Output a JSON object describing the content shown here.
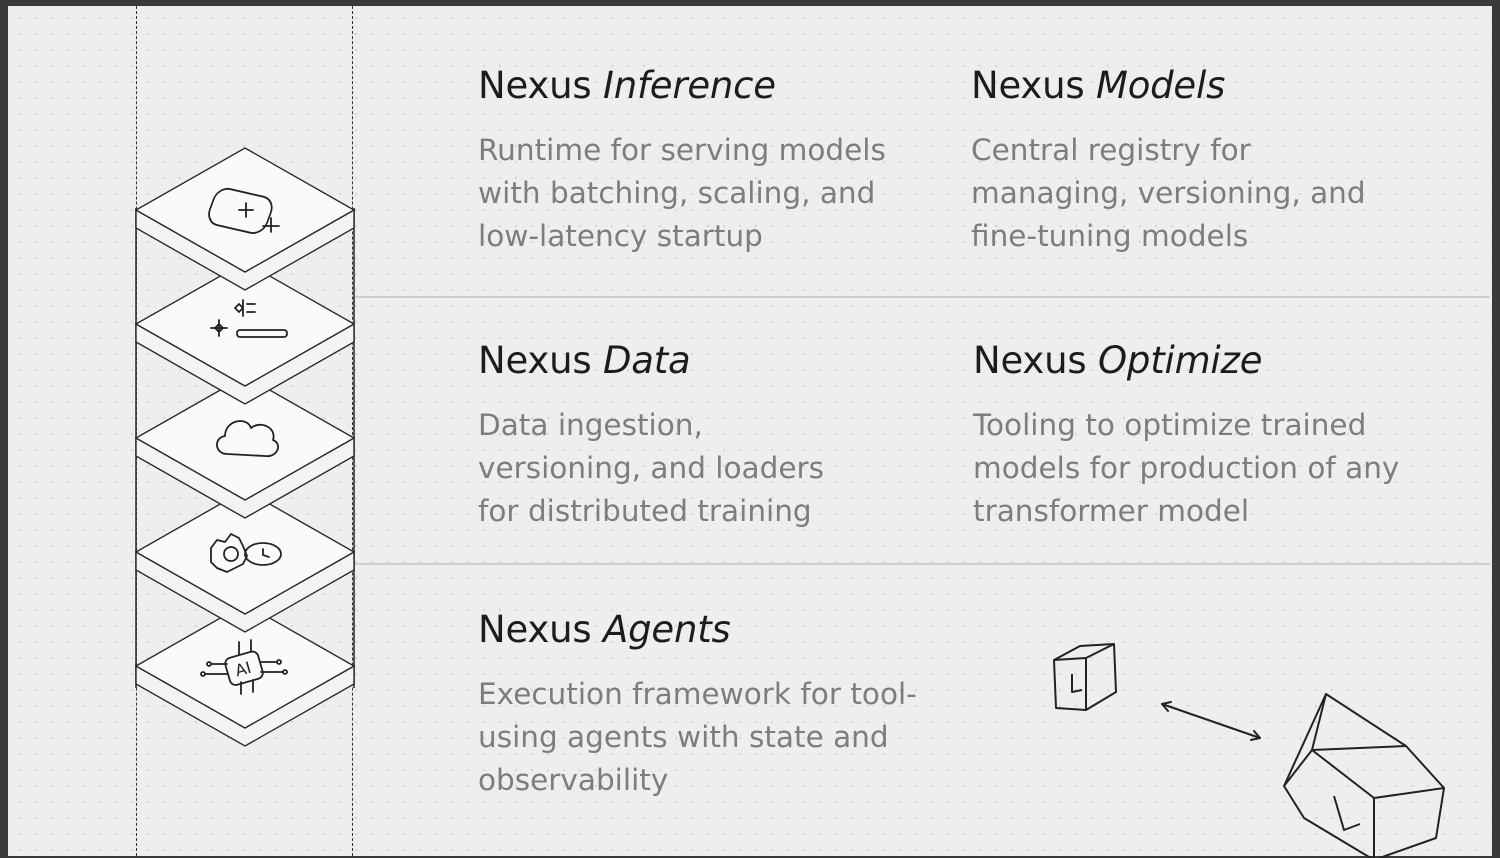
{
  "products": [
    {
      "prefix": "Nexus",
      "name": "Inference",
      "description": "Runtime for serving models\nwith batching, scaling, and\nlow-latency startup"
    },
    {
      "prefix": "Nexus",
      "name": "Models",
      "description": "Central registry for\nmanaging, versioning, and\nfine-tuning models"
    },
    {
      "prefix": "Nexus",
      "name": "Data",
      "description": "Data ingestion,\nversioning, and loaders\nfor distributed training"
    },
    {
      "prefix": "Nexus",
      "name": "Optimize",
      "description": "Tooling to optimize trained\nmodels for production of any\ntransformer model"
    },
    {
      "prefix": "Nexus",
      "name": "Agents",
      "description": "Execution framework for tool-\nusing agents with state and\nobservability"
    }
  ],
  "stack_layers": [
    {
      "icon": "gpu-chip-icon"
    },
    {
      "icon": "sparkle-wand-icon"
    },
    {
      "icon": "cloud-icon"
    },
    {
      "icon": "gear-clock-icon"
    },
    {
      "icon": "ai-chip-icon"
    }
  ],
  "decor": {
    "icons": [
      "small-cube-icon",
      "double-arrow-icon",
      "large-cube-icon"
    ]
  }
}
